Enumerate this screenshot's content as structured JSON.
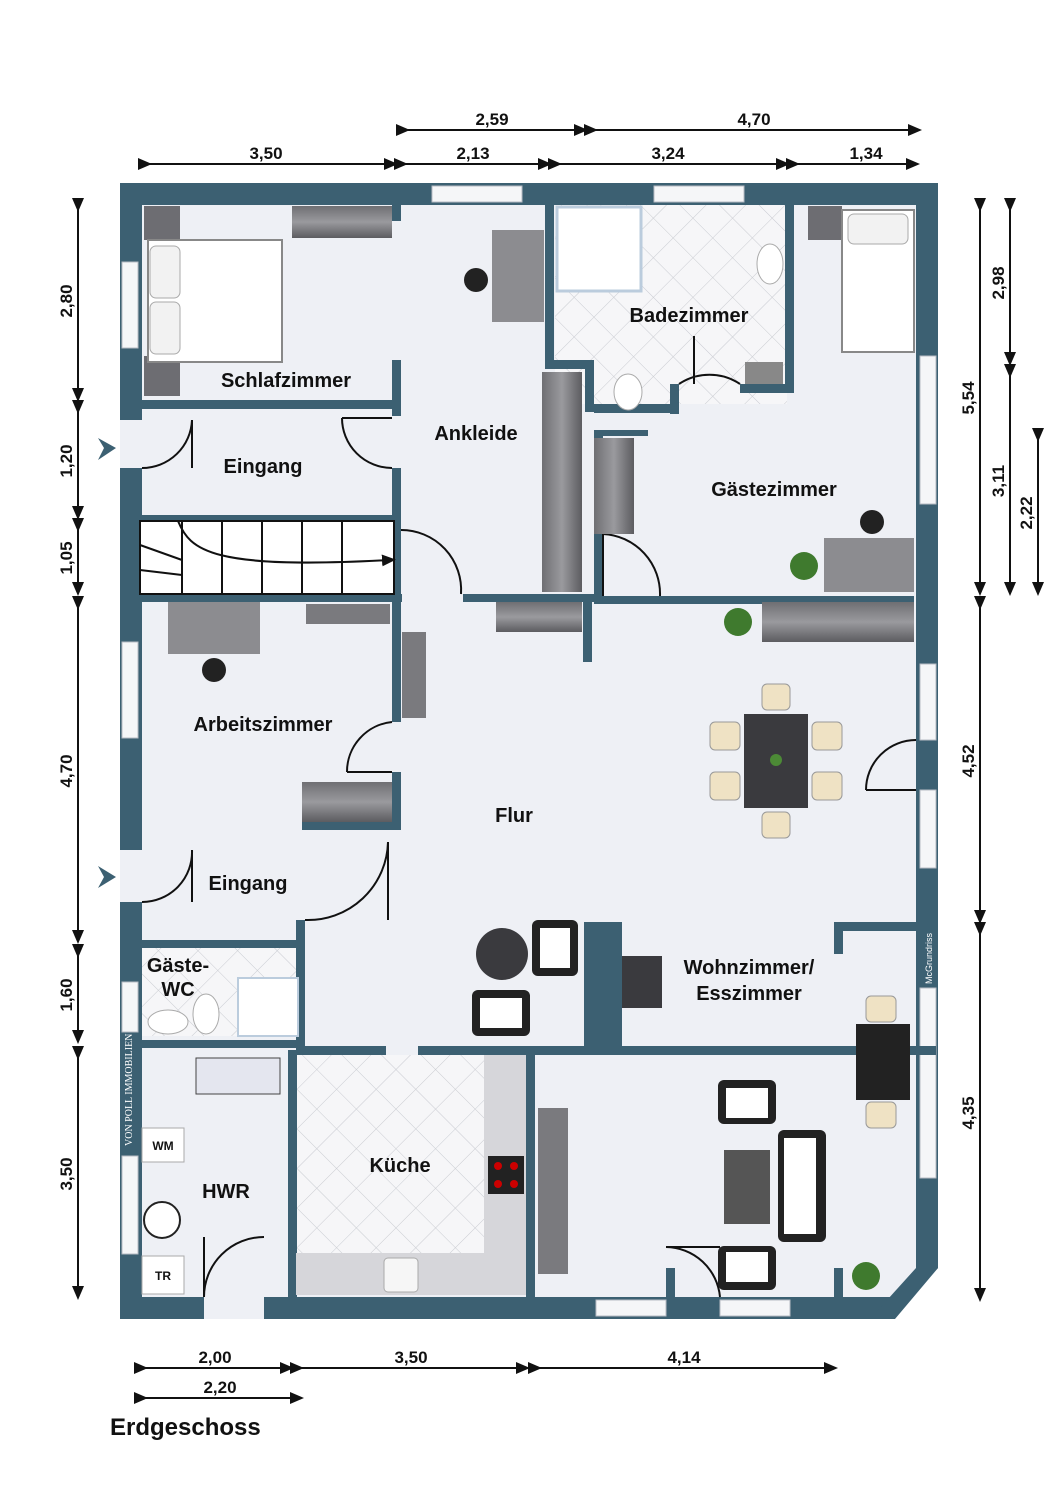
{
  "floor_label": "Erdgeschoss",
  "rooms": {
    "schlafzimmer": "Schlafzimmer",
    "ankleide": "Ankleide",
    "badezimmer": "Badezimmer",
    "gaestezimmer": "Gästezimmer",
    "eingang_top": "Eingang",
    "arbeitszimmer": "Arbeitszimmer",
    "flur": "Flur",
    "eingang_bottom": "Eingang",
    "gaeste_wc_line1": "Gäste-",
    "gaeste_wc_line2": "WC",
    "wohnzimmer_line1": "Wohnzimmer/",
    "wohnzimmer_line2": "Esszimmer",
    "hwr": "HWR",
    "kueche": "Küche"
  },
  "appliances": {
    "wm": "WM",
    "tr": "TR"
  },
  "dimensions": {
    "top_outer": [
      "2,59",
      "4,70"
    ],
    "top_inner": [
      "3,50",
      "2,13",
      "3,24",
      "1,34"
    ],
    "left": [
      "2,80",
      "1,20",
      "1,05",
      "4,70",
      "1,60",
      "3,50"
    ],
    "right_outer": [
      "5,54",
      "4,52",
      "4,35"
    ],
    "right_mid": [
      "2,98",
      "3,11"
    ],
    "right_inner": [
      "2,22"
    ],
    "bottom_row1": [
      "2,00",
      "3,50",
      "4,14"
    ],
    "bottom_row2": [
      "2,20"
    ]
  },
  "watermark": "McGrundriss",
  "logo_text": "VON POLL IMMOBILIEN",
  "colors": {
    "wall": "#3c6072",
    "floor": "#eef0f5",
    "tile": "#f4f4f6",
    "dim_line": "#111111"
  }
}
